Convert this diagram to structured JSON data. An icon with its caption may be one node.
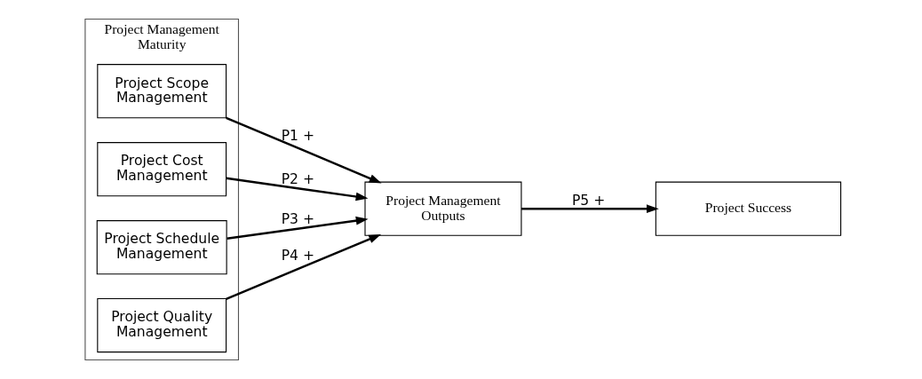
{
  "diagram": {
    "nodes": [
      {
        "text": [
          "Project Management Maturity"
        ]
      },
      {
        "text": [
          "Project Scope Management"
        ],
        "in": 0
      },
      {
        "text": [
          "Project Cost Management"
        ],
        "in": 0
      },
      {
        "text": [
          "Project Schedule Management"
        ],
        "in": 0
      },
      {
        "text": [
          "Project Quality Management"
        ],
        "in": 0
      },
      {
        "text": [
          "Project Management Outputs"
        ]
      },
      {
        "text": [
          "Project Success"
        ]
      }
    ],
    "edges": [
      {
        "from": 1,
        "to": 5,
        "arrow": "to",
        "label": "P1 +"
      },
      {
        "from": 2,
        "to": 5,
        "arrow": "to",
        "label": "P2 +"
      },
      {
        "from": 3,
        "to": 5,
        "arrow": "to",
        "label": "P3 +"
      },
      {
        "from": 4,
        "to": 5,
        "arrow": "to",
        "label": "P4 +"
      },
      {
        "from": 5,
        "to": 6,
        "arrow": "to",
        "label": "P5 +"
      }
    ]
  }
}
